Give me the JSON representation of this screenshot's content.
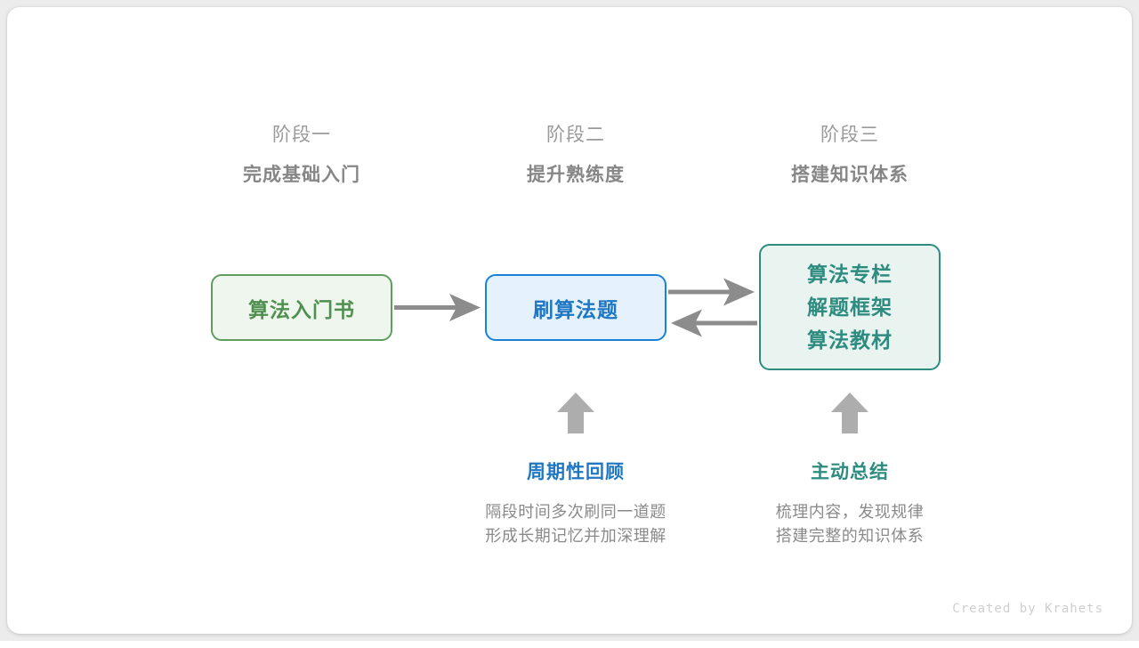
{
  "stages": [
    {
      "name": "阶段一",
      "goal": "完成基础入门"
    },
    {
      "name": "阶段二",
      "goal": "提升熟练度"
    },
    {
      "name": "阶段三",
      "goal": "搭建知识体系"
    }
  ],
  "nodes": {
    "book": {
      "label": "算法入门书",
      "border_color": "#5f9e5f",
      "fill_color": "#eef6ee",
      "text_color": "#4f9050"
    },
    "practice": {
      "label": "刷算法题",
      "border_color": "#1a81d8",
      "fill_color": "#e5f2fd",
      "text_color": "#1f77c4"
    },
    "resources": {
      "lines": [
        "算法专栏",
        "解题框架",
        "算法教材"
      ],
      "border_color": "#2e8b80",
      "fill_color": "#e9f4f1",
      "text_color": "#2e8b80"
    }
  },
  "notes": [
    {
      "title": "周期性回顾",
      "desc_line1": "隔段时间多次刷同一道题",
      "desc_line2": "形成长期记忆并加深理解",
      "color": "#1f77c4"
    },
    {
      "title": "主动总结",
      "desc_line1": "梳理内容，发现规律",
      "desc_line2": "搭建完整的知识体系",
      "color": "#2e8b80"
    }
  ],
  "arrows": {
    "color": "#8c8c8c"
  },
  "credit": "Created by Krahets"
}
